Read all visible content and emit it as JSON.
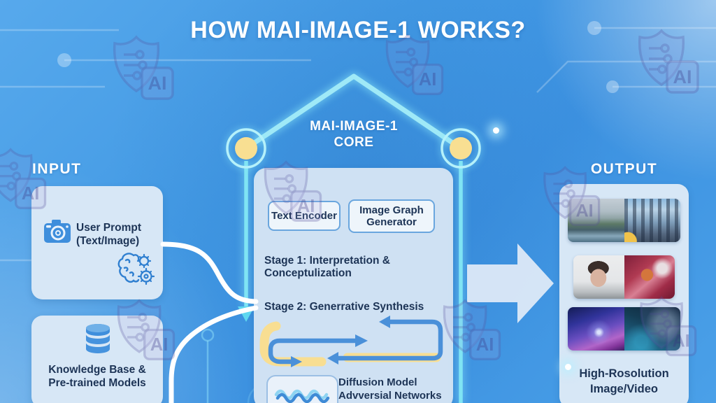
{
  "title": "HOW MAI-IMAGE-1 WORKS?",
  "watermark_label": "AI",
  "input": {
    "heading": "INPUT",
    "user_prompt": {
      "line1": "User Prompt",
      "line2": "(Text/Image)"
    },
    "knowledge_base": {
      "line1": "Knowledge Base &",
      "line2": "Pre-trained Models"
    }
  },
  "core": {
    "heading_line1": "MAI-IMAGE-1",
    "heading_line2": "CORE",
    "text_encoder": "Text Encoder",
    "image_graph_generator": "Image Graph Generator",
    "stage1_line1": "Stage 1: Interpretation &",
    "stage1_line2": "Conceptulization",
    "stage2": "Stage 2: Generrative Synthesis",
    "diffusion_line1": "Diffusion Model",
    "diffusion_line2": "Advversial Networks"
  },
  "output": {
    "heading": "OUTPUT",
    "caption_line1": "High-Rosolution",
    "caption_line2": "Image/Video",
    "images": [
      "mountain-landscape",
      "city-skyline",
      "woman-portrait",
      "red-anime-art",
      "purple-fantasy",
      "sci-fi-scene"
    ]
  },
  "colors": {
    "accent_cyan": "#8FE9F6",
    "node_yellow": "#F8DF92",
    "arrow_blue": "#4A90D9",
    "loop_yellow": "#F8DE92",
    "panel_blue": "#D7E7F6",
    "text_navy": "#1D3456",
    "background_blue": "#3D92E1"
  }
}
